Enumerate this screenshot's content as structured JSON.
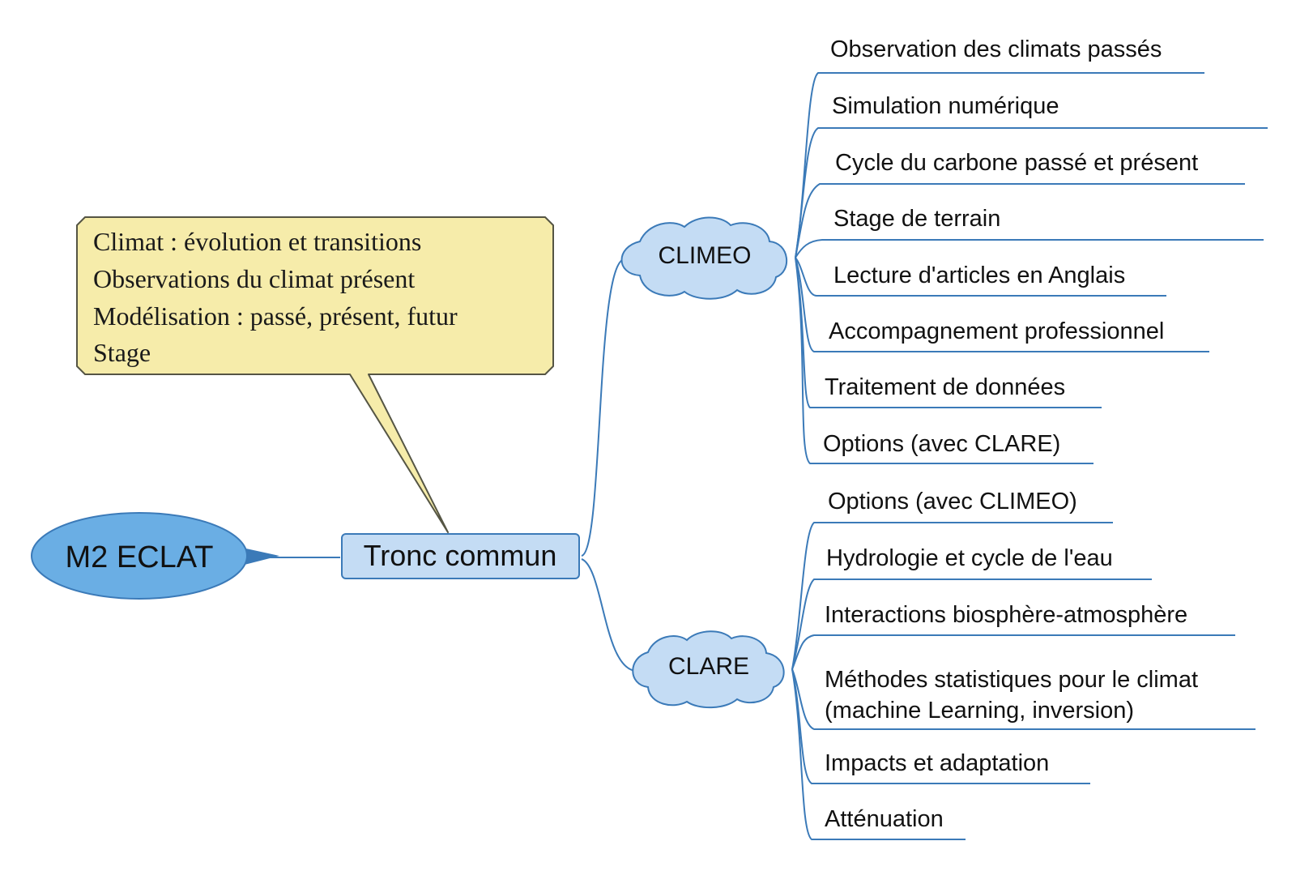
{
  "colors": {
    "line": "#3b7ab8",
    "root_fill": "#6aaee4",
    "node_fill": "#c4dcf4",
    "callout_fill": "#f6ecaa",
    "callout_stroke": "#555544"
  },
  "root": {
    "label": "M2 ECLAT"
  },
  "tronc": {
    "label": "Tronc commun"
  },
  "callout": {
    "lines": [
      "Climat : évolution et transitions",
      "Observations du climat présent",
      "Modélisation : passé, présent, futur",
      "Stage"
    ]
  },
  "climeo": {
    "label": "CLIMEO",
    "items": [
      "Observation des climats passés",
      "Simulation numérique",
      "Cycle du carbone passé et présent",
      "Stage de terrain",
      "Lecture d'articles en Anglais",
      "Accompagnement professionnel",
      "Traitement de données",
      "Options (avec CLARE)"
    ]
  },
  "clare": {
    "label": "CLARE",
    "items": [
      "Options (avec CLIMEO)",
      "Hydrologie et cycle de l'eau",
      "Interactions biosphère-atmosphère",
      "Méthodes statistiques pour le climat",
      "(machine Learning, inversion)",
      "Impacts et adaptation",
      "Atténuation"
    ]
  }
}
